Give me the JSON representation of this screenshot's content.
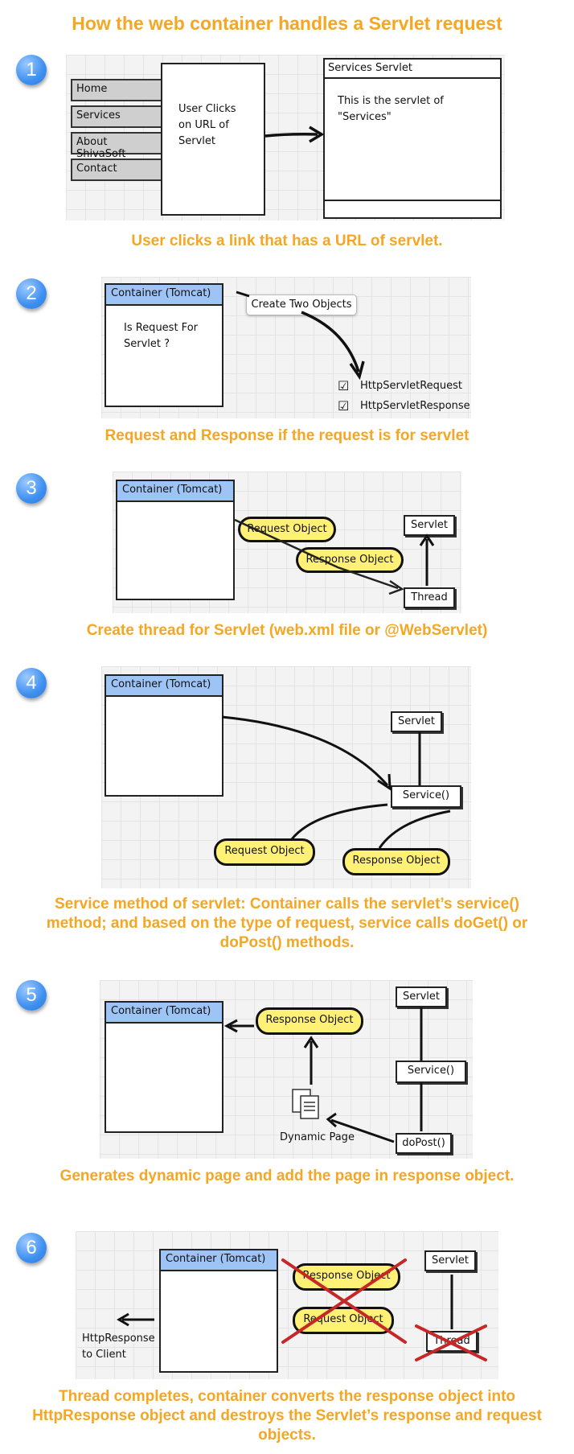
{
  "title": "How the web container handles a Servlet request",
  "steps": [
    {
      "number": "1",
      "menu_items": [
        "Home",
        "Services",
        "About ShivaSoft",
        "Contact"
      ],
      "center_text": "User Clicks on URL of Servlet",
      "window_title": "Services Servlet",
      "window_text": "This is the servlet of \"Services\"",
      "caption": "User clicks a link that has a URL of servlet."
    },
    {
      "number": "2",
      "container_title": "Container (Tomcat)",
      "container_text": "Is Request For Servlet ?",
      "bubble": "Create Two Objects",
      "checks": [
        "HttpServletRequest",
        "HttpServletResponse"
      ],
      "caption": "Request and Response if the request is for servlet"
    },
    {
      "number": "3",
      "container_title": "Container (Tomcat)",
      "request": "Request Object",
      "response": "Response Object",
      "servlet": "Servlet",
      "thread": "Thread",
      "caption": "Create thread for Servlet (web.xml file or @WebServlet)"
    },
    {
      "number": "4",
      "container_title": "Container (Tomcat)",
      "servlet": "Servlet",
      "service": "Service()",
      "request": "Request Object",
      "response": "Response Object",
      "caption": "Service method of servlet: Container calls the servlet’s service() method; and based on the type of request, service calls doGet() or doPost() methods."
    },
    {
      "number": "5",
      "container_title": "Container (Tomcat)",
      "response": "Response Object",
      "servlet": "Servlet",
      "service": "Service()",
      "dopost": "doPost()",
      "dynamic_page": "Dynamic Page",
      "caption": "Generates dynamic page and add the page in response object."
    },
    {
      "number": "6",
      "container_title": "Container (Tomcat)",
      "response": "Response Object",
      "request": "Request Object",
      "servlet": "Servlet",
      "thread": "Thread",
      "http_response": "HttpResponse to Client",
      "caption": "Thread completes, container converts the response object into HttpResponse object and destroys the Servlet’s response and request objects."
    }
  ],
  "colors": {
    "caption": "#F5A623",
    "header_fill": "#9ec4f5",
    "object_fill": "#fff176",
    "badge": "#3d8fef",
    "cross": "#c62828"
  }
}
